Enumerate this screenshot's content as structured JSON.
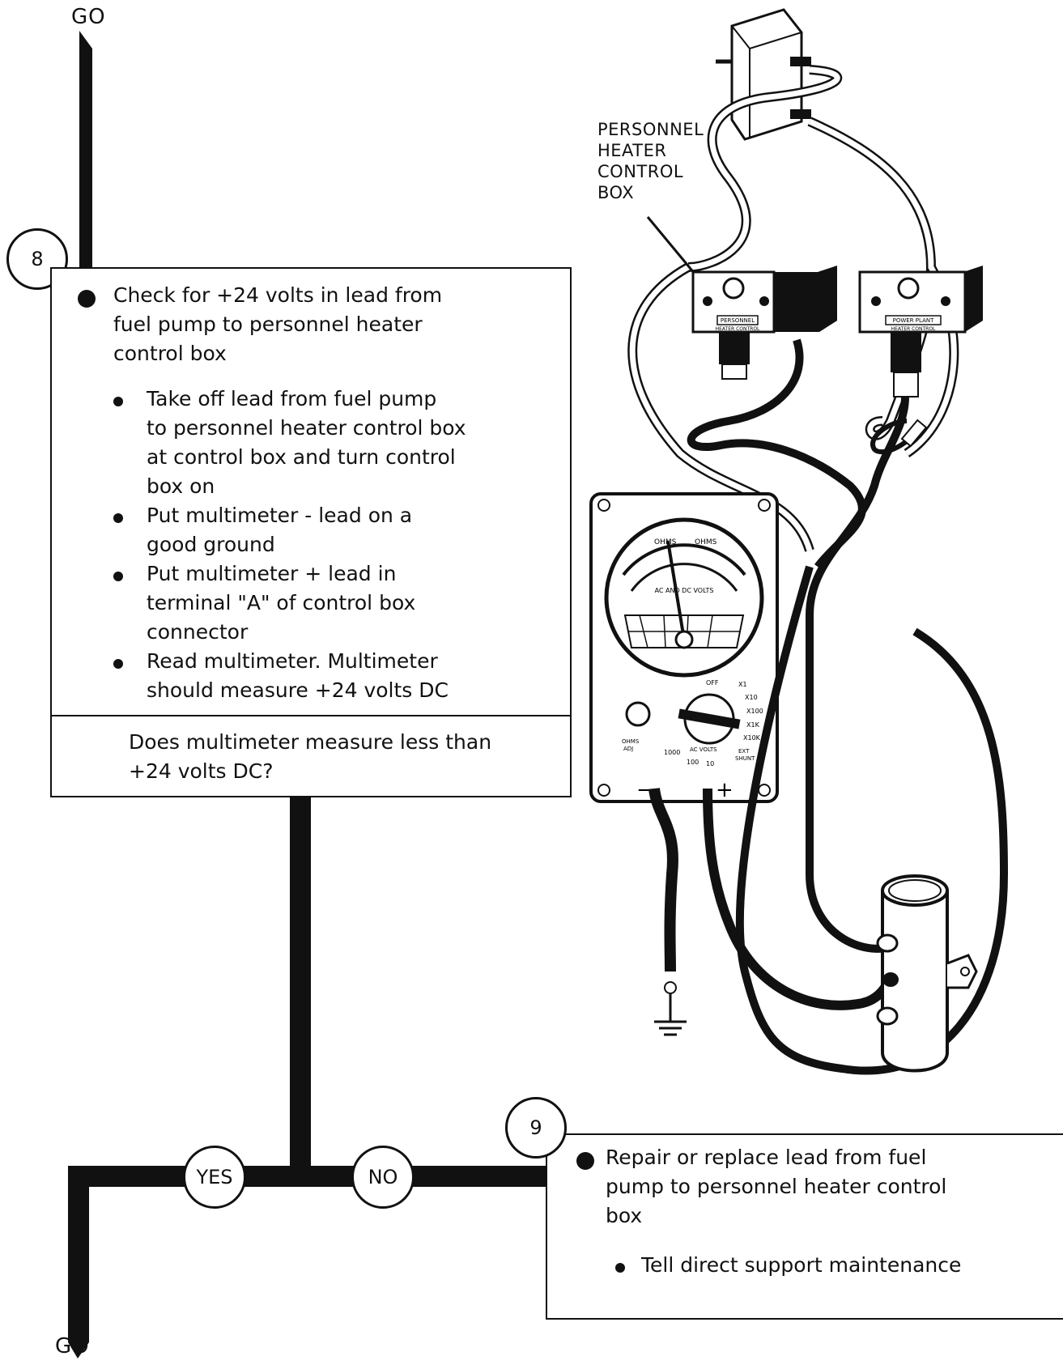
{
  "labels": {
    "go_top": "GO",
    "go_bottom": "GO",
    "yes": "YES",
    "no": "NO"
  },
  "step8": {
    "number": "8",
    "main_line1": "Check for +24 volts in lead from",
    "main_line2": "fuel pump to personnel heater",
    "main_line3": "control box",
    "sub1_line1": "Take off lead from fuel pump",
    "sub1_line2": "to personnel heater control box",
    "sub1_line3": "at control box and turn control",
    "sub1_line4": "box on",
    "sub2_line1": "Put multimeter - lead on a",
    "sub2_line2": "good ground",
    "sub3_line1": "Put multimeter + lead in",
    "sub3_line2": "terminal \"A\" of control box",
    "sub3_line3": "connector",
    "sub4_line1": "Read multimeter.  Multimeter",
    "sub4_line2": "should measure +24 volts DC",
    "question_line1": "Does multimeter measure less than",
    "question_line2": "+24 volts DC?"
  },
  "step9": {
    "number": "9",
    "main_line1": "Repair or replace lead from fuel",
    "main_line2": "pump to personnel heater control",
    "main_line3": "box",
    "sub1": "Tell direct support maintenance"
  },
  "illustration": {
    "callout_line1": "PERSONNEL",
    "callout_line2": "HEATER",
    "callout_line3": "CONTROL",
    "callout_line4": "BOX",
    "box1_label": "PERSONNEL",
    "box1_sub": "HEATER CONTROL",
    "box2_label": "POWER PLANT",
    "box2_sub": "HEATER CONTROL",
    "meter_ohms_left": "OHMS",
    "meter_ohms_right": "OHMS",
    "meter_scale_label": "AC AND DC VOLTS",
    "meter_off": "OFF",
    "meter_x1": "X1",
    "meter_x10": "X10",
    "meter_x100": "X100",
    "meter_x1k": "X1K",
    "meter_x10k": "X10K",
    "meter_ext": "EXT",
    "meter_shunt": "SHUNT",
    "meter_ohms_adj1": "OHMS",
    "meter_ohms_adj2": "ADJ",
    "meter_acvolts": "AC VOLTS",
    "meter_10": "10",
    "meter_100": "100",
    "meter_1000": "1000",
    "meter_minus": "−",
    "meter_plus": "+"
  }
}
